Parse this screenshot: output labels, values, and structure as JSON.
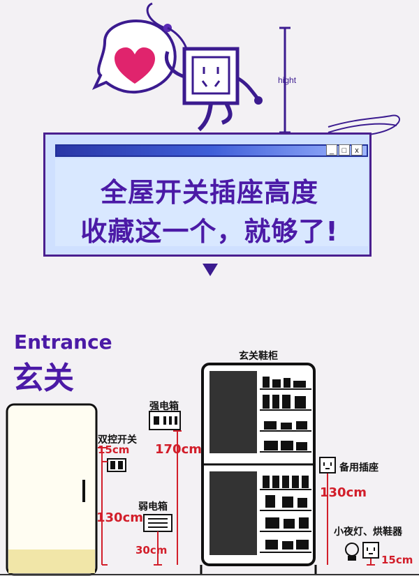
{
  "header": {
    "hight_label": "hight",
    "window_buttons": [
      "_",
      "□",
      "x"
    ],
    "title_line1": "全屋开关插座高度",
    "title_line2": "收藏这一个，就够了!"
  },
  "section": {
    "title_en": "Entrance",
    "title_cn": "玄关"
  },
  "labels": {
    "shoe_cabinet": "玄关鞋柜",
    "strong_box": "强电箱",
    "dual_switch": "双控开关",
    "weak_box": "弱电箱",
    "spare_socket": "备用插座",
    "night_light": "小夜灯、烘鞋器"
  },
  "dimensions": {
    "d15_left": "15cm",
    "d170": "170cm",
    "d130_left": "130cm",
    "d30": "30cm",
    "d130_right": "130cm",
    "d15_right": "15cm"
  },
  "colors": {
    "brand_purple": "#4b1aa6",
    "measure_red": "#d21e2a",
    "window_blue": "#2a36a6"
  }
}
